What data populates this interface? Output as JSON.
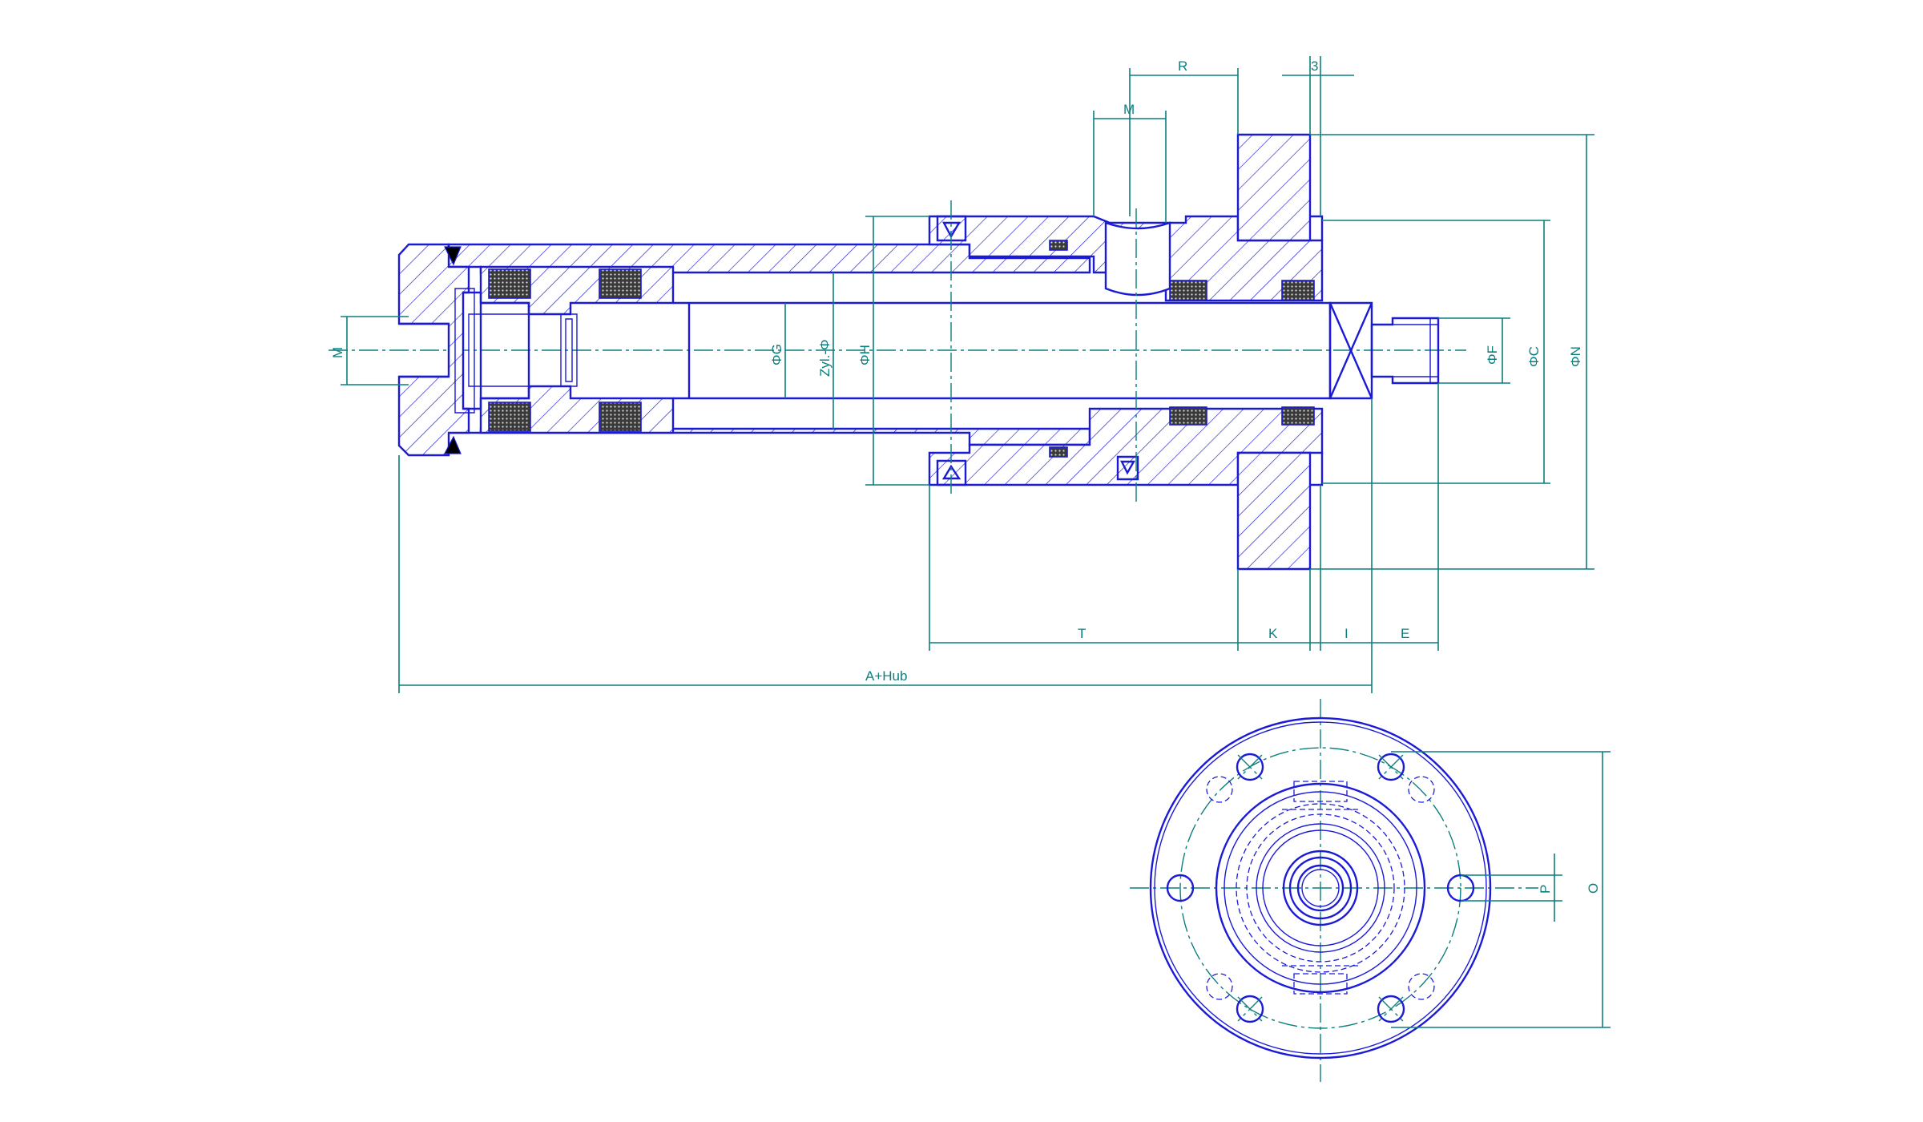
{
  "colors": {
    "body": "#1b1bd6",
    "dimension": "#0c7f7f",
    "hatch": "#1b1bd6",
    "seal_dark": "#000000"
  },
  "labels": {
    "R": "R",
    "three": "3",
    "M_top": "M",
    "M_left": "M",
    "G": "ΦG",
    "zyl": "Zyl.-Φ",
    "H": "ΦH",
    "F": "ΦF",
    "C": "ΦC",
    "N": "ΦN",
    "T": "T",
    "K": "K",
    "I": "I",
    "E": "E",
    "a_hub": "A+Hub",
    "P": "P",
    "O": "O"
  }
}
